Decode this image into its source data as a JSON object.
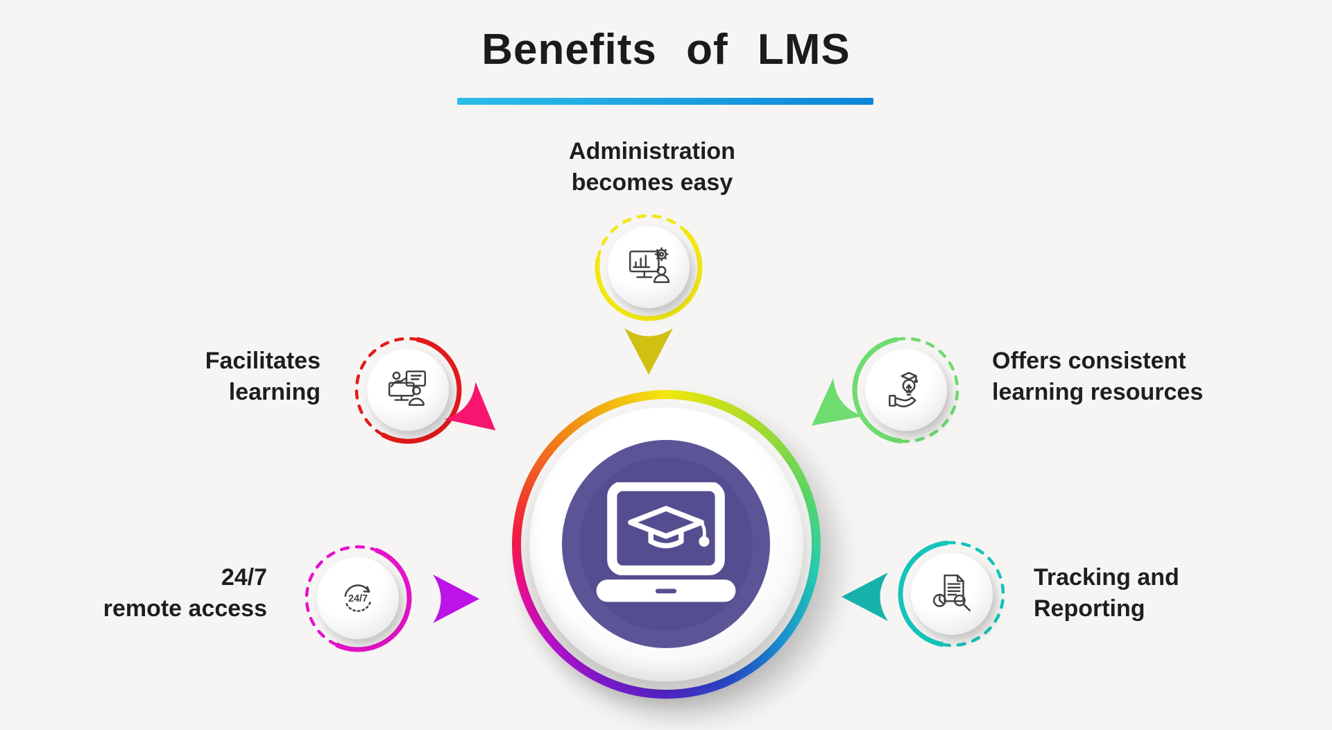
{
  "title": "Benefits of LMS",
  "title_underline": {
    "color_left": "#2ebde9",
    "color_right": "#0c86d8"
  },
  "center": {
    "subject": "LMS",
    "icon": "laptop-graduation-cap-icon",
    "circle_color": "#56508f",
    "ring_style": "rainbow-conic-ring"
  },
  "benefits": [
    {
      "label_line1": "Administration",
      "label_line2": "becomes easy",
      "position": "top",
      "ring_color": "#f2e713",
      "arrow_color": "#cfc011",
      "icon": "dashboard-gear-user-icon"
    },
    {
      "label_line1": "Facilitates",
      "label_line2": "learning",
      "position": "upper-left",
      "ring_color": "#e31a1a",
      "arrow_color": "#f7156f",
      "icon": "online-teacher-icon"
    },
    {
      "label_line1": "Offers consistent",
      "label_line2": "learning resources",
      "position": "upper-right",
      "ring_color": "#6edc6e",
      "arrow_color": "#6edc6e",
      "icon": "hand-lightbulb-graduation-icon"
    },
    {
      "label_line1": "24/7",
      "label_line2": "remote access",
      "position": "lower-left",
      "ring_color": "#e513c9",
      "arrow_color": "#bb13e8",
      "icon": "24-7-circular-arrow-icon",
      "icon_text": "24/7"
    },
    {
      "label_line1": "Tracking and",
      "label_line2": "Reporting",
      "position": "lower-right",
      "ring_color": "#14c4ba",
      "arrow_color": "#16b1a9",
      "icon": "report-magnifier-icon"
    }
  ]
}
